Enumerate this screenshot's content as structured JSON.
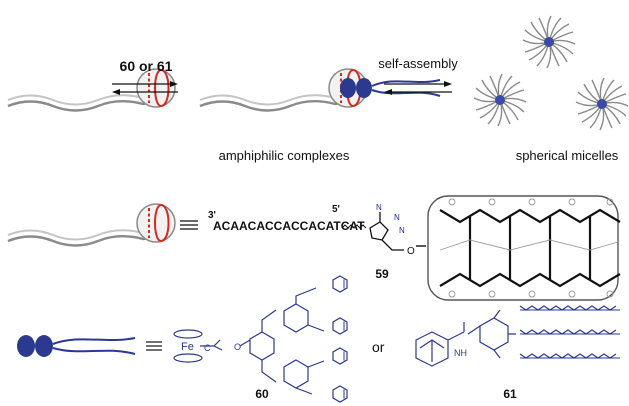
{
  "scheme": {
    "top_row": {
      "arrow_label": "60 or 61",
      "assembly_label": "self-assembly",
      "caption_left": "amphiphilic complexes",
      "caption_right": "spherical micelles"
    },
    "middle_row": {
      "prime_3": "3'",
      "sequence": "ACAACACCACCACATCAT",
      "prime_5": "5'",
      "compound": "59"
    },
    "bottom_row": {
      "fe_label": "Fe",
      "or_label": "or",
      "compound_a": "60",
      "compound_b": "61",
      "c_label": "C",
      "o_label": "O",
      "nh_label": "NH"
    },
    "colors": {
      "dna": "#8a8a8a",
      "barrel": "#d9271d",
      "guest": "#2b3a8f",
      "micelle_core": "#3b4aa6"
    }
  }
}
